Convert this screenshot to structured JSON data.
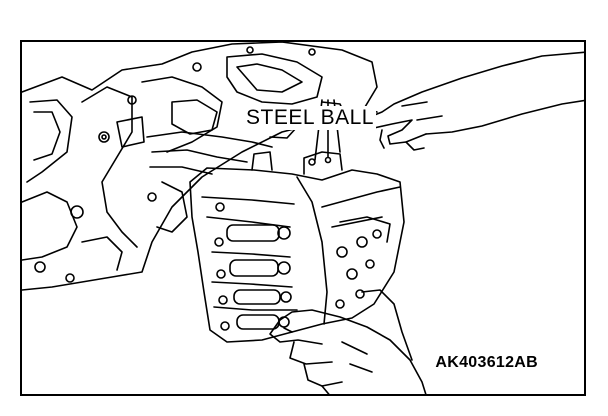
{
  "figure": {
    "callout_label": "STEEL BALL",
    "figure_id": "AK403612AB"
  },
  "colors": {
    "line": "#000000",
    "background": "#ffffff"
  },
  "icons": {
    "transmission_case": "transmission-case-illustration",
    "valve_body": "valve-body-illustration",
    "pointing_hand": "pointing-hand-illustration",
    "holding_hand": "holding-hand-illustration"
  }
}
